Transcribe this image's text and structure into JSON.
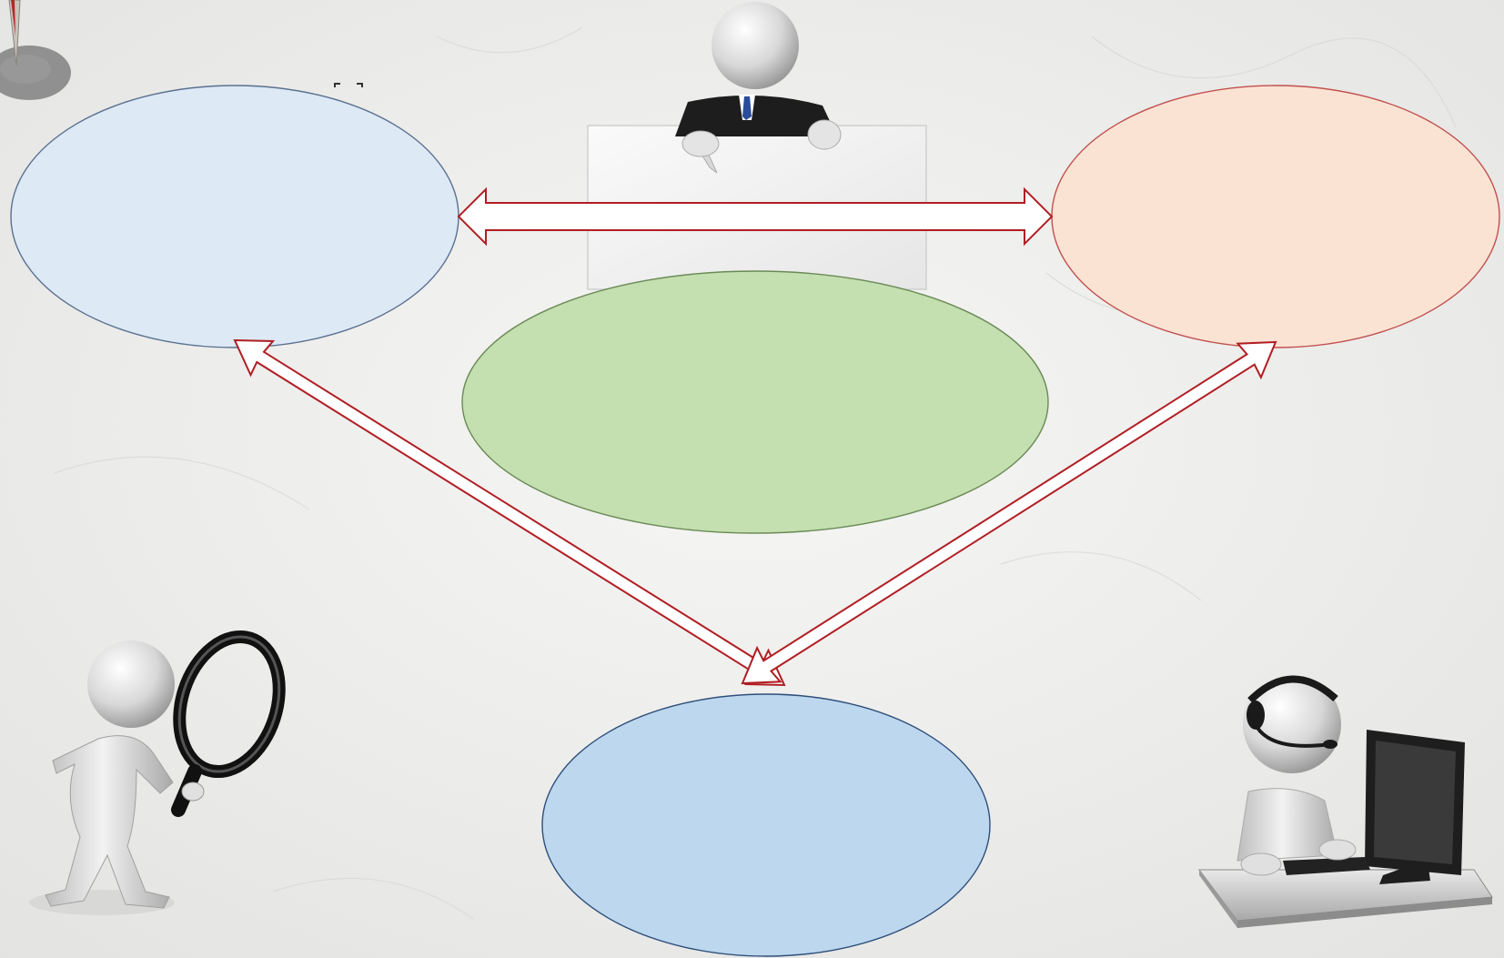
{
  "diagram": {
    "nodes": [
      {
        "id": "top-left",
        "label": "",
        "fill": "#dde9f5",
        "stroke": "#5a7090"
      },
      {
        "id": "top-right",
        "label": "",
        "fill": "#fbe3d4",
        "stroke": "#c0504d"
      },
      {
        "id": "center",
        "label": "",
        "fill": "#c4dfb0",
        "stroke": "#6a8a55"
      },
      {
        "id": "bottom",
        "label": "",
        "fill": "#bdd7ee",
        "stroke": "#2e4f7a"
      }
    ],
    "connectors": [
      {
        "from": "top-left",
        "to": "top-right",
        "type": "double-arrow"
      },
      {
        "from": "top-left",
        "to": "bottom",
        "type": "double-arrow"
      },
      {
        "from": "top-right",
        "to": "bottom",
        "type": "double-arrow"
      }
    ],
    "arrow_style": {
      "fill": "#ffffff",
      "stroke": "#b01e23"
    }
  },
  "figures": [
    {
      "name": "presenter-figure",
      "icon": "person-with-board-icon"
    },
    {
      "name": "magnifier-figure",
      "icon": "person-with-magnifying-glass-icon"
    },
    {
      "name": "support-figure",
      "icon": "person-with-headset-computer-icon"
    },
    {
      "name": "pin-decoration",
      "icon": "push-pin-icon"
    }
  ]
}
